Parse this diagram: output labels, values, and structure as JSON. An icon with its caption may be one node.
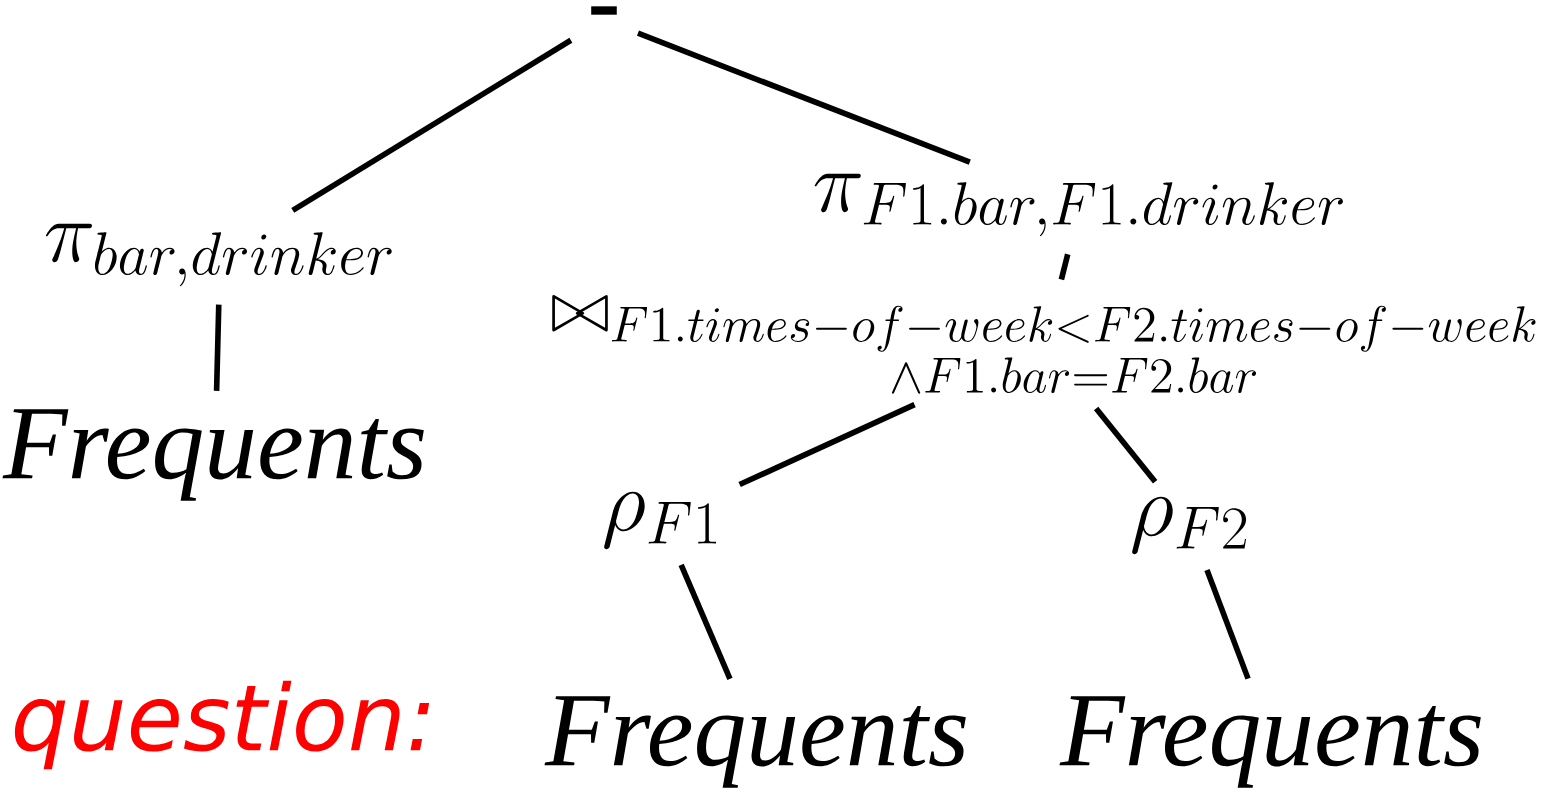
{
  "diagram": {
    "nodes": [
      {
        "text": [
          "-"
        ]
      },
      {
        "text": [
          "\\pi_{bar,drinker}"
        ]
      },
      {
        "text": [
          "Frequents"
        ]
      },
      {
        "text": [
          "\\pi_{F1.bar,F1.drinker}"
        ]
      },
      {
        "text": [
          "\\bowtie_{\\substack{F1.times-of-week<F2.times-of-week\\\\ \\wedge F1.bar=F2.bar}}"
        ]
      },
      {
        "text": [
          "\\rho_{F1}"
        ]
      },
      {
        "text": [
          "\\rho_{F2}"
        ]
      },
      {
        "text": [
          "Frequents"
        ]
      },
      {
        "text": [
          "Frequents"
        ]
      }
    ],
    "edges": [
      {
        "from": 0,
        "to": 1,
        "arrow": "none"
      },
      {
        "from": 0,
        "to": 3,
        "arrow": "none"
      },
      {
        "from": 1,
        "to": 2,
        "arrow": "none"
      },
      {
        "from": 3,
        "to": 4,
        "arrow": "none"
      },
      {
        "from": 4,
        "to": 5,
        "arrow": "none"
      },
      {
        "from": 4,
        "to": 6,
        "arrow": "none"
      },
      {
        "from": 5,
        "to": 7,
        "arrow": "none"
      },
      {
        "from": 6,
        "to": 8,
        "arrow": "none"
      }
    ],
    "labels": [
      "question:"
    ]
  }
}
